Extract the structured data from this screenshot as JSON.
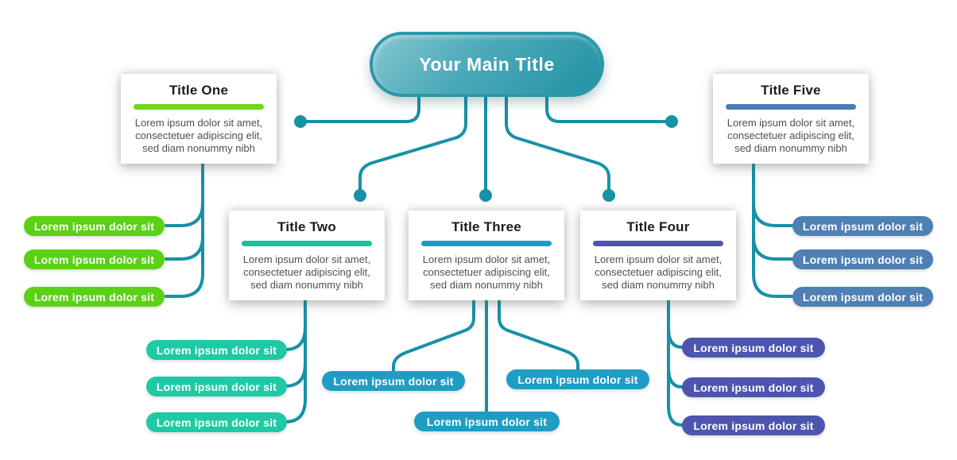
{
  "colors": {
    "connector": "#1691a6",
    "card_background": "#ffffff",
    "title_text": "#1c1c1c",
    "body_text": "#4f4f4f",
    "pill_text": "#ffffff"
  },
  "main_title": {
    "label": "Your Main Title",
    "gradient_start": "#85c7d1",
    "gradient_end": "#2191a5",
    "border": "#2b97a9",
    "text_color": "#ffffff"
  },
  "branches": [
    {
      "title": "Title One",
      "accent": "#70d815",
      "pill_color": "#5ad114",
      "body": "Lorem ipsum dolor sit amet, consectetuer adipiscing elit, sed diam nonummy nibh",
      "pills": [
        "Lorem ipsum dolor sit",
        "Lorem ipsum dolor sit",
        "Lorem ipsum dolor sit"
      ]
    },
    {
      "title": "Title Two",
      "accent": "#12c39e",
      "pill_color": "#1ecaa5",
      "body": "Lorem ipsum dolor sit amet, consectetuer adipiscing elit, sed diam nonummy nibh",
      "pills": [
        "Lorem ipsum dolor sit",
        "Lorem ipsum dolor sit",
        "Lorem ipsum dolor sit"
      ]
    },
    {
      "title": "Title Three",
      "accent": "#1b9cc5",
      "pill_color": "#1f9dc4",
      "body": "Lorem ipsum dolor sit amet, consectetuer adipiscing elit, sed diam nonummy nibh",
      "pills": [
        "Lorem ipsum dolor sit",
        "Lorem ipsum dolor sit",
        "Lorem ipsum dolor sit"
      ]
    },
    {
      "title": "Title Four",
      "accent": "#4d55b0",
      "pill_color": "#4d55ae",
      "body": "Lorem ipsum dolor sit amet, consectetuer adipiscing elit, sed diam nonummy nibh",
      "pills": [
        "Lorem ipsum dolor sit",
        "Lorem ipsum dolor sit",
        "Lorem ipsum dolor sit"
      ]
    },
    {
      "title": "Title Five",
      "accent": "#4b7db5",
      "pill_color": "#4e80b4",
      "body": "Lorem ipsum dolor sit amet, consectetuer adipiscing elit, sed diam nonummy nibh",
      "pills": [
        "Lorem ipsum dolor sit",
        "Lorem ipsum dolor sit",
        "Lorem ipsum dolor sit"
      ]
    }
  ]
}
